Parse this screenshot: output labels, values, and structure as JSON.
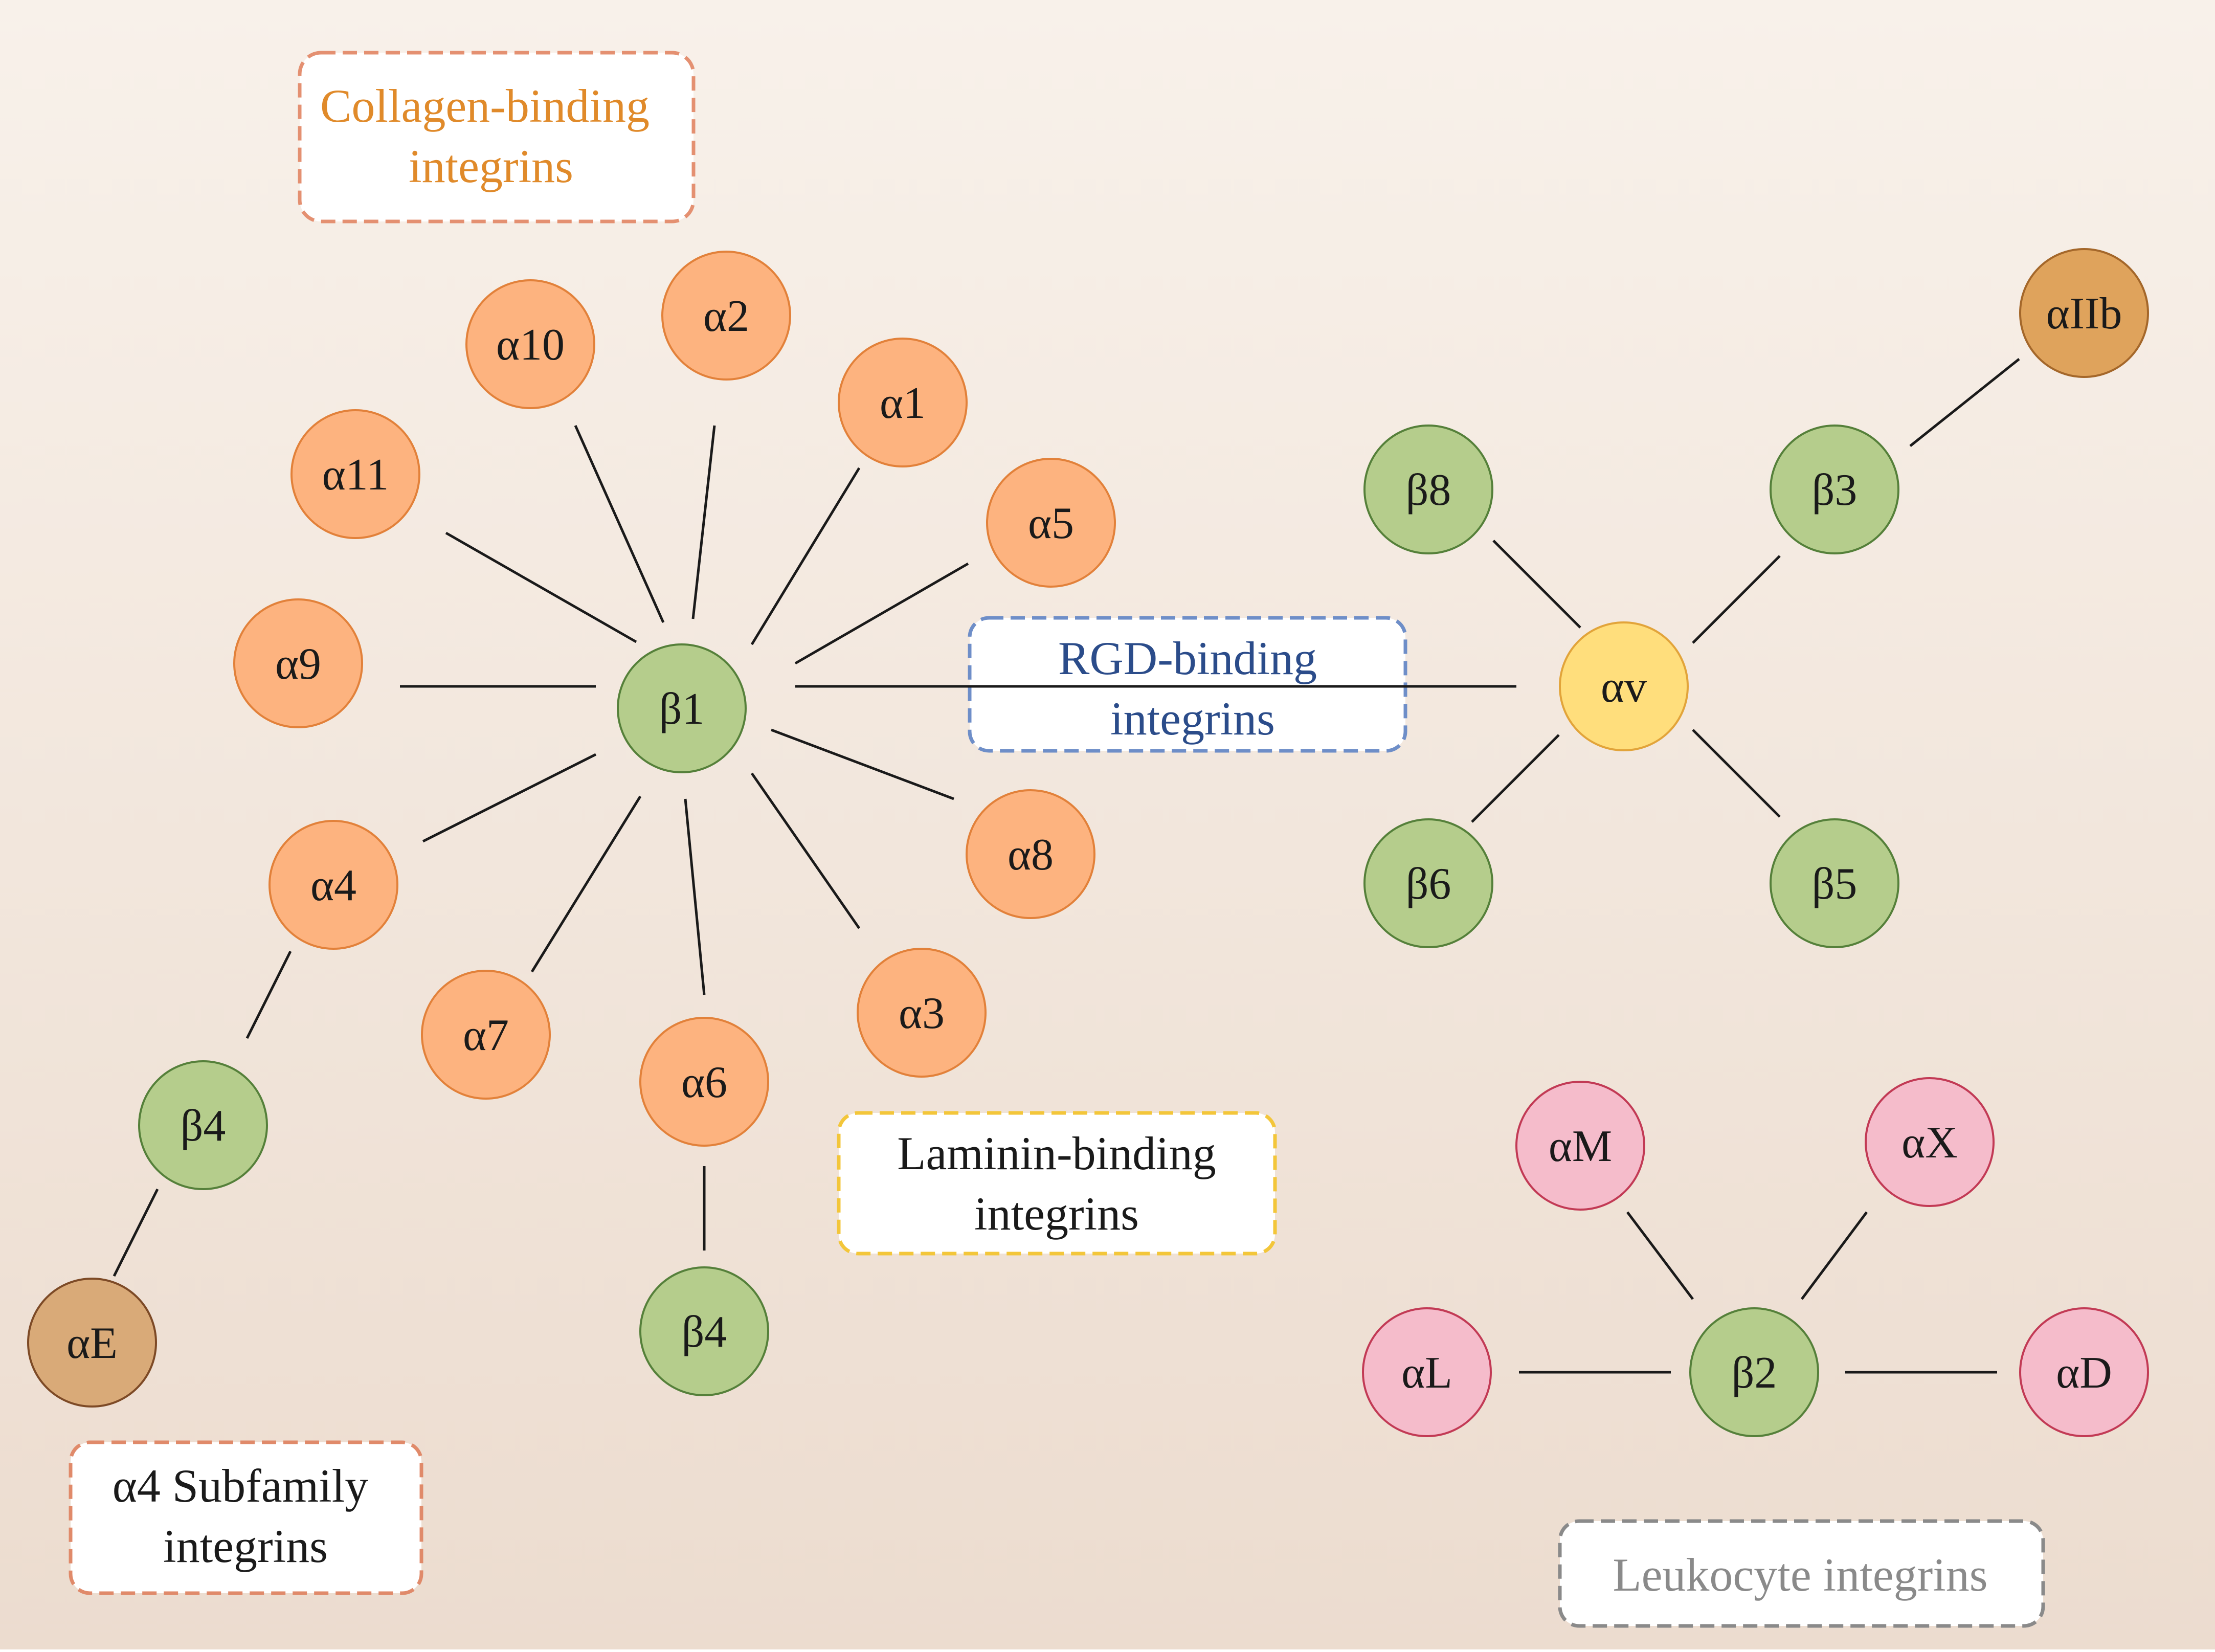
{
  "colors": {
    "bg_top": "#f8f1ea",
    "bg_bottom": "#ecdccf",
    "line": "#1a1a1a",
    "orange_fill": "#fdb37f",
    "orange_stroke": "#e2813a",
    "green_fill": "#b5cd8c",
    "green_stroke": "#55803a",
    "yellow_fill": "#ffde7c",
    "yellow_stroke": "#e2a43a",
    "pink_fill": "#f5bccb",
    "pink_stroke": "#c23a55",
    "gold_fill": "#dfa35c",
    "gold_stroke": "#a4672a",
    "tan_fill": "#d9aa78",
    "tan_stroke": "#7d4a26"
  },
  "groups": {
    "collagen": {
      "line1": "Collagen-binding",
      "line2": "integrins",
      "text_color": "#e08a2a",
      "border_color": "#e49071"
    },
    "rgd": {
      "line1": "RGD-binding",
      "line2": "integrins",
      "text_color": "#2b4c8a",
      "border_color": "#6e8ec8"
    },
    "laminin": {
      "line1": "Laminin-binding",
      "line2": "integrins",
      "text_color": "#1a1a1a",
      "border_color": "#f3c63a"
    },
    "alpha4": {
      "line1": "α4 Subfamily",
      "line2": "integrins",
      "text_color": "#1a1a1a",
      "border_color": "#e08a6a"
    },
    "leukocyte": {
      "line1": "Leukocyte integrins",
      "text_color": "#8a8a8a",
      "border_color": "#8a8a8a"
    }
  },
  "nodes": {
    "beta1": "β1",
    "a10": "α10",
    "a2": "α2",
    "a1": "α1",
    "a11": "α11",
    "a5": "α5",
    "a9": "α9",
    "a8": "α8",
    "a4": "α4",
    "a7": "α7",
    "a6": "α6",
    "a3": "α3",
    "beta4_left": "β4",
    "aE": "αE",
    "beta4_mid": "β4",
    "av": "αv",
    "beta8": "β8",
    "beta3": "β3",
    "aIIb": "αIIb",
    "beta6": "β6",
    "beta5": "β5",
    "beta2": "β2",
    "aM": "αM",
    "aX": "αX",
    "aL": "αL",
    "aD": "αD"
  }
}
